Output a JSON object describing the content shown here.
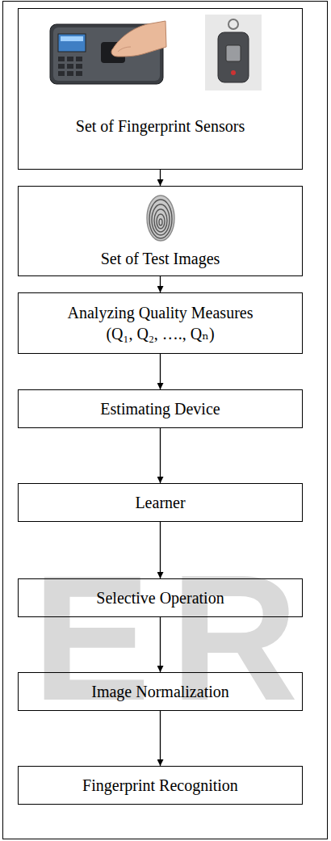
{
  "diagram": {
    "nodes": [
      {
        "text": [
          "Set of Fingerprint Sensors"
        ]
      },
      {
        "text": [
          "Set of Test Images"
        ]
      },
      {
        "text": [
          "Analyzing Quality Measures (Q₁, Q₂, …., Qₙ)"
        ]
      },
      {
        "text": [
          "Estimating Device"
        ]
      },
      {
        "text": [
          "Learner"
        ]
      },
      {
        "text": [
          "Selective Operation"
        ]
      },
      {
        "text": [
          "Image Normalization"
        ]
      },
      {
        "text": [
          "Fingerprint Recognition"
        ]
      }
    ],
    "edges": [
      {
        "from": 0,
        "to": 1,
        "arrow": "to"
      },
      {
        "from": 1,
        "to": 2,
        "arrow": "to"
      },
      {
        "from": 2,
        "to": 3,
        "arrow": "to"
      },
      {
        "from": 3,
        "to": 4,
        "arrow": "to"
      },
      {
        "from": 4,
        "to": 5,
        "arrow": "to"
      },
      {
        "from": 5,
        "to": 6,
        "arrow": "to"
      },
      {
        "from": 6,
        "to": 7,
        "arrow": "to"
      }
    ],
    "labels": [
      "ER"
    ]
  }
}
